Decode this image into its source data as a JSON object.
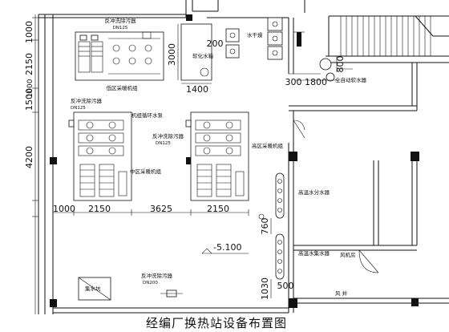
{
  "title": "经编厂换热站设备布置图",
  "dims_left": [
    "1000",
    "2150",
    "1500",
    "4200",
    "1000"
  ],
  "dims_bottom": [
    "2150",
    "3625",
    "2150"
  ],
  "dims_right_top": [
    "3000",
    "200",
    "1400"
  ],
  "dims_mid": [
    "300",
    "1800",
    "800"
  ],
  "dims_lower": [
    "760",
    "1030",
    "500"
  ],
  "elevation": "-5.100",
  "labels": {
    "backwash_top": "反冲洗除污器",
    "dn125_top": "DN125",
    "low_pump": "低区采暖机组",
    "softener": "软化水箱",
    "softener_room": "全自动软水器",
    "backwash_left": "反冲洗除污器",
    "dn125_left": "DN125",
    "unit_circ": "机组循环水泵",
    "backwash_mid": "反冲洗除污器",
    "dn125_mid": "DN125",
    "high_unit": "高区采暖机组",
    "mid_unit": "中区采暖机组",
    "water_out": "高温水分水器",
    "water_in": "高温水集水器",
    "fan_room": "风机房",
    "backwash_bottom": "反冲洗除污器",
    "dn200": "DN200",
    "sump": "集水坑",
    "cooling": "水干燥",
    "shaft": "风 井"
  }
}
